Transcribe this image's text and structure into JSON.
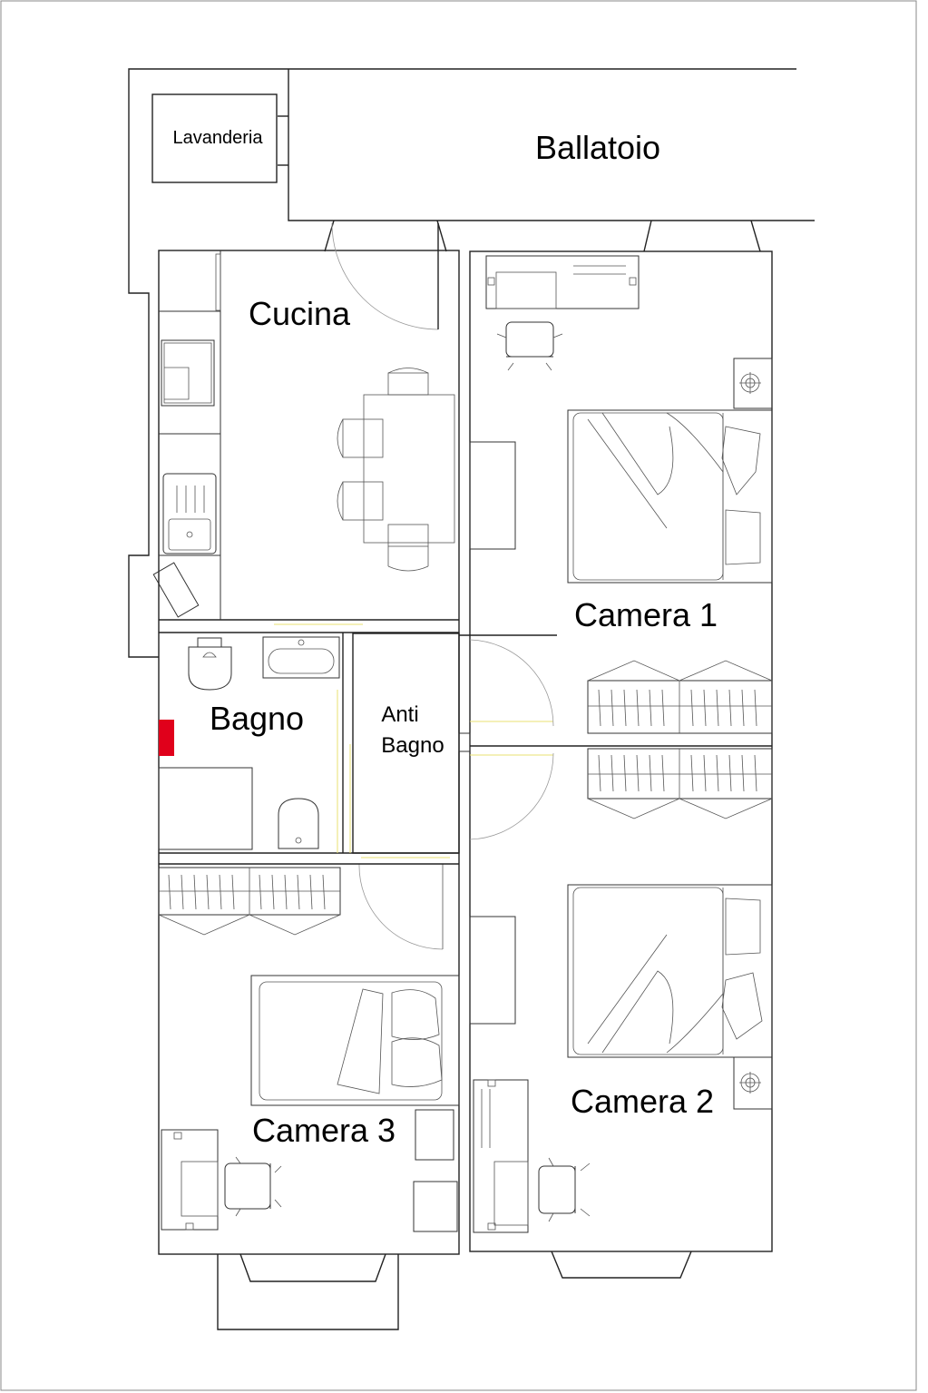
{
  "rooms": {
    "lavanderia": "Lavanderia",
    "ballatoio": "Ballatoio",
    "cucina": "Cucina",
    "camera1": "Camera 1",
    "bagno": "Bagno",
    "antibagno_line1": "Anti",
    "antibagno_line2": "Bagno",
    "camera2": "Camera 2",
    "camera3": "Camera 3"
  },
  "colors": {
    "walls": "#222222",
    "radiator_marker": "#e0001b",
    "door_swing": "#999999",
    "accent_lines": "#e8e070"
  }
}
